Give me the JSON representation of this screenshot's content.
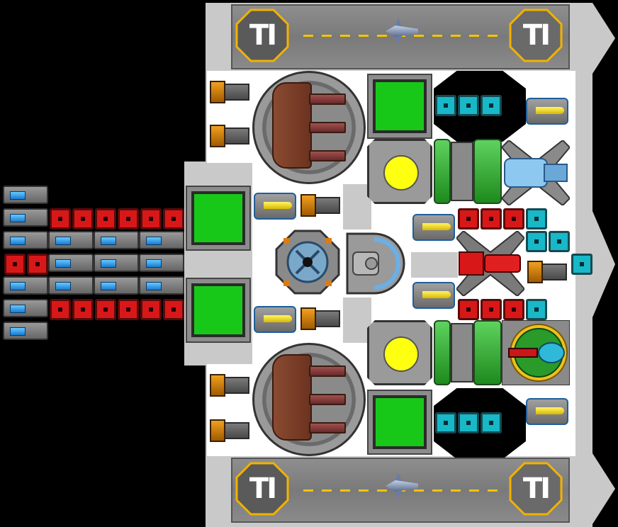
{
  "scene": {
    "kind": "top-down spaceship blueprint",
    "colors": {
      "space": "#000000",
      "hull": "#c9c9c9",
      "deck": "#ffffff",
      "armor_red": "#d81818",
      "shield_cyan": "#18b8c8",
      "power_green": "#18c818",
      "reactor_yellow": "#ffff10",
      "runway_stripe": "#f2c400"
    }
  },
  "hangars": [
    {
      "pad_left_label": "TI",
      "pad_right_label": "TI",
      "icon": "fighter-ship-icon"
    },
    {
      "pad_left_label": "TI",
      "pad_right_label": "TI",
      "icon": "fighter-ship-icon"
    }
  ],
  "modules": {
    "main_cannons": 2,
    "power_cores": 4,
    "yellow_reactors": 2,
    "central_reactor_icon": "blue-hex-reactor-icon",
    "red_turret_icon": "red-heavy-turret-icon",
    "green_turret_icon": "green-plasma-turret-icon",
    "blue_turret_icon": "blue-coil-turret-icon"
  }
}
